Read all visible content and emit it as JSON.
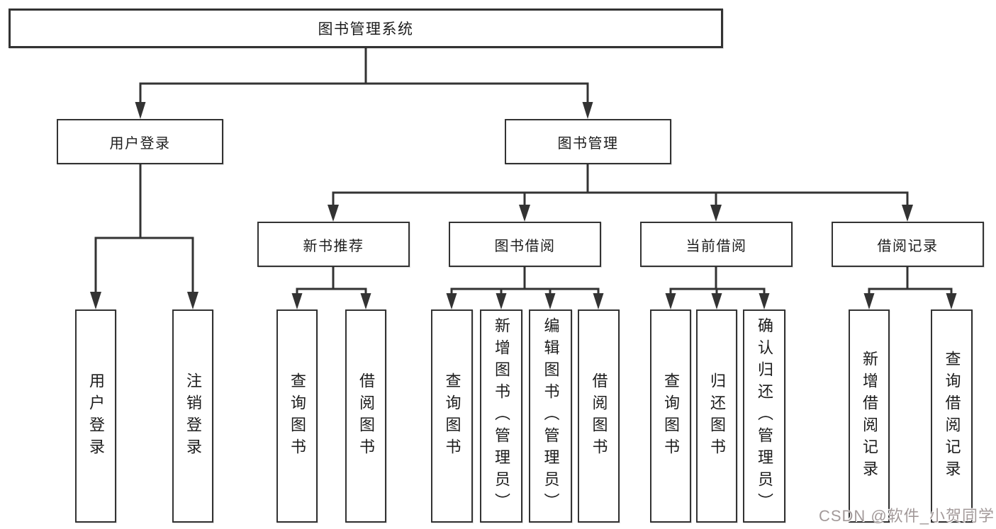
{
  "tree": {
    "root": {
      "label": "图书管理系统"
    },
    "branches": [
      {
        "label": "用户登录",
        "children": [
          {
            "label": "用户登录"
          },
          {
            "label": "注销登录"
          }
        ]
      },
      {
        "label": "图书管理",
        "children": [
          {
            "label": "新书推荐",
            "children": [
              {
                "label": "查询图书"
              },
              {
                "label": "借阅图书"
              }
            ]
          },
          {
            "label": "图书借阅",
            "children": [
              {
                "label": "查询图书"
              },
              {
                "label": "新增图书（管理员）"
              },
              {
                "label": "编辑图书（管理员）"
              },
              {
                "label": "借阅图书"
              }
            ]
          },
          {
            "label": "当前借阅",
            "children": [
              {
                "label": "查询图书"
              },
              {
                "label": "归还图书"
              },
              {
                "label": "确认归还（管理员）"
              }
            ]
          },
          {
            "label": "借阅记录",
            "children": [
              {
                "label": "新增借阅记录"
              },
              {
                "label": "查询借阅记录"
              }
            ]
          }
        ]
      }
    ]
  },
  "watermark": {
    "text": "CSDN @软件_小贺同学"
  },
  "colors": {
    "line": "#333333",
    "box_border": "#333333",
    "text": "#1c1c1c",
    "watermark": "#a39a9a",
    "background": "#ffffff"
  }
}
